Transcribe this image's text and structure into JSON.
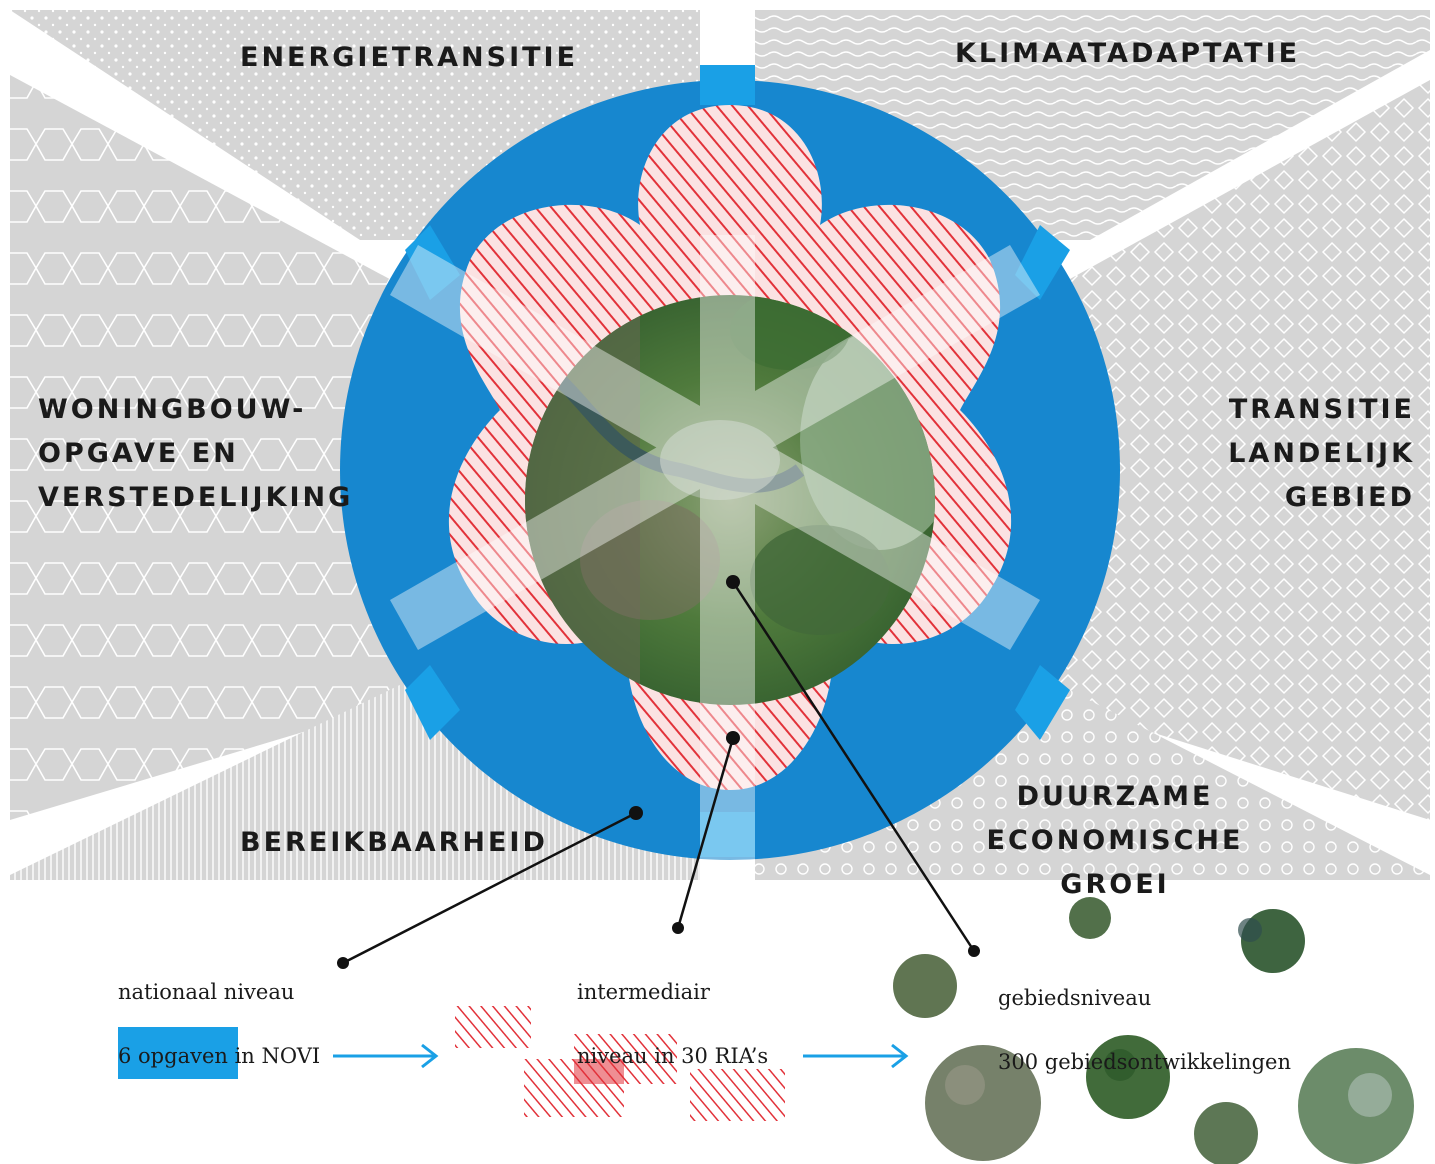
{
  "quadrants": {
    "energietransitie": "ENERGIETRANSITIE",
    "klimaatadaptatie": "KLIMAATADAPTATIE",
    "woningbouw": "WONINGBOUW-\nOPGAVE EN\nVERSTEDELIJKING",
    "transitie_landelijk": "TRANSITIE\nLANDELIJK\nGEBIED",
    "bereikbaarheid": "BEREIKBAARHEID",
    "duurzame_groei": "DUURZAME\nECONOMISCHE GROEI"
  },
  "legend": {
    "nationaal": {
      "line1": "nationaal niveau",
      "line2": "6 opgaven in NOVI"
    },
    "intermediair": {
      "line1": "intermediair",
      "line2": "niveau in 30 RIA’s"
    },
    "gebied": {
      "line1": "gebiedsniveau",
      "line2": "300 gebiedsontwikkelingen"
    }
  },
  "colors": {
    "blue_ring": "#1787cf",
    "blue_light": "#1aa0e6",
    "red_hatch": "#e2323a",
    "pink_fill": "#f4c9c9",
    "grey_bg": "#d4d4d4",
    "arrow": "#1aa0e6"
  }
}
